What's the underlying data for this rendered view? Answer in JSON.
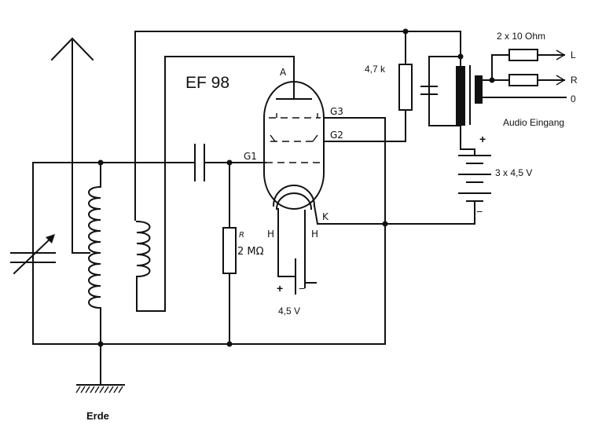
{
  "labels": {
    "tube": "EF 98",
    "anode": "A",
    "g3": "G3",
    "g2": "G2",
    "g1": "G1",
    "cathode": "K",
    "heater_left": "H",
    "heater_right": "H",
    "resistor_anode": "4,7 k",
    "grid_res_r": "R",
    "grid_res_val": "2 MΩ",
    "battery_plus": "+",
    "battery_minus": "−",
    "battery": "3 x 4,5 V",
    "heater_battery": "4,5  V",
    "heater_plus": "+",
    "heater_minus": "−",
    "input_resistors": "2 x 10 Ohm",
    "input_l": "L",
    "input_r": "R",
    "input_0": "0",
    "audio_input": "Audio Eingang",
    "ground": "Erde"
  }
}
